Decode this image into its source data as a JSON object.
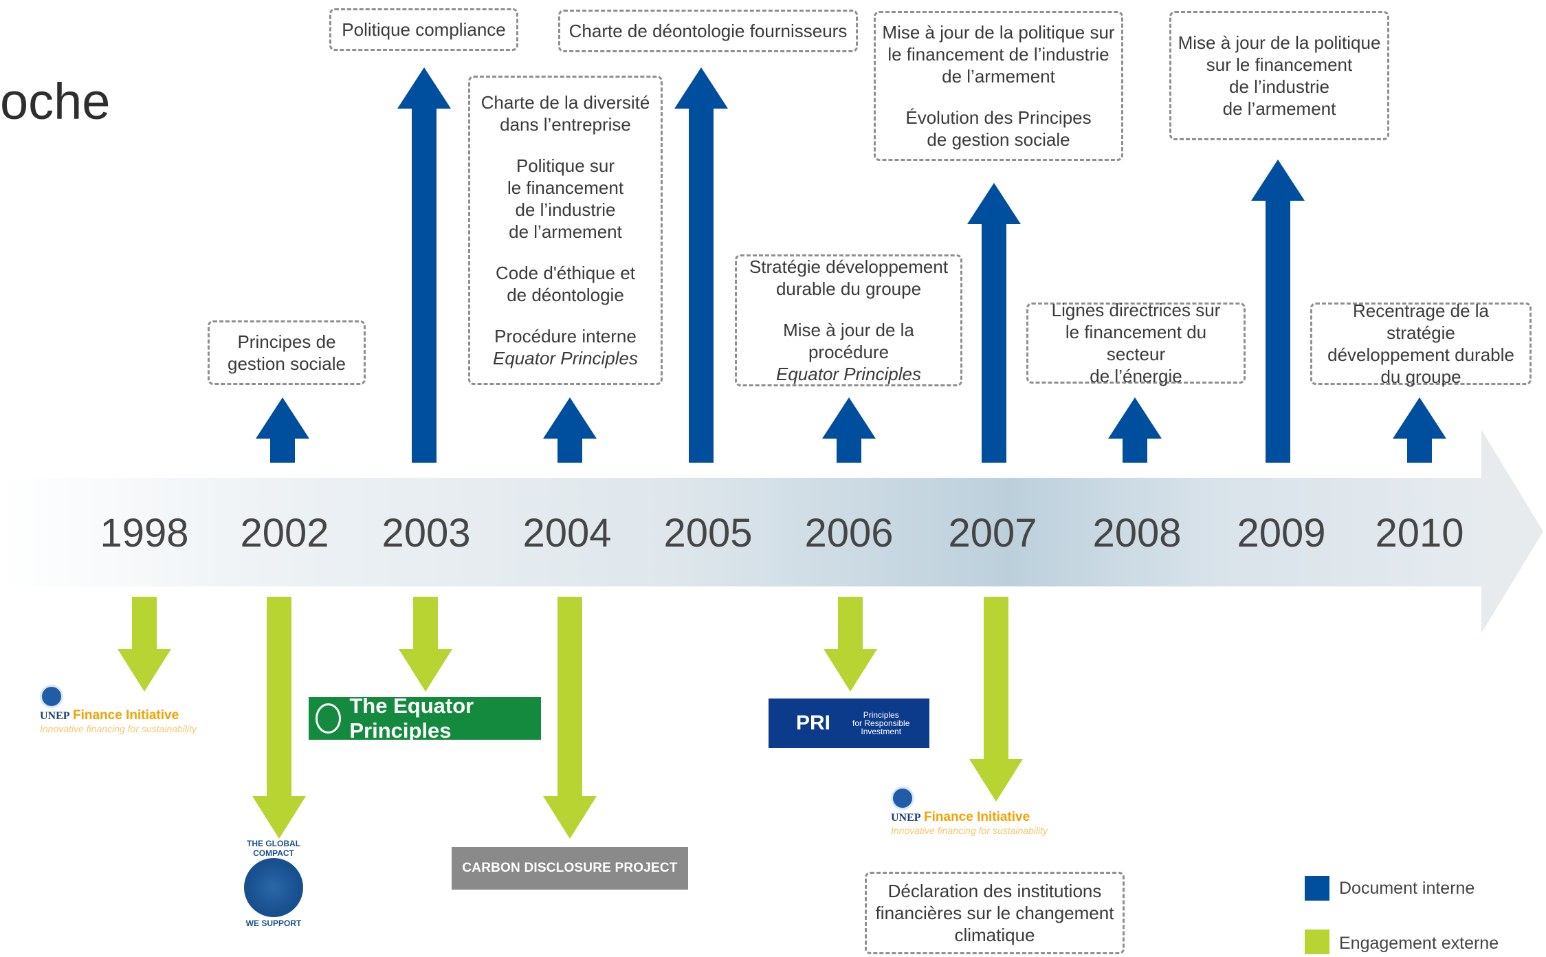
{
  "title": "oche",
  "colors": {
    "internal": "#004e9e",
    "external": "#b7d433"
  },
  "years": [
    "1998",
    "2002",
    "2003",
    "2004",
    "2005",
    "2006",
    "2007",
    "2008",
    "2009",
    "2010"
  ],
  "boxes": {
    "y2002": [
      "Principes de",
      "gestion sociale"
    ],
    "y2003": [
      "Politique compliance"
    ],
    "y2004": {
      "p1": [
        "Charte de la diversité",
        "dans l’entreprise"
      ],
      "p2": [
        "Politique sur",
        "le financement",
        "de l’industrie",
        "de l’armement"
      ],
      "p3": [
        "Code d'éthique et",
        "de déontologie"
      ],
      "p4a": "Procédure interne",
      "p4b": "Equator Principles"
    },
    "y2005": [
      "Charte de déontologie fournisseurs"
    ],
    "y2006": {
      "p1": [
        "Stratégie développement",
        "durable du groupe"
      ],
      "p2a": "Mise à jour de la procédure",
      "p2b": "Equator Principles"
    },
    "y2007": {
      "p1": [
        "Mise à jour de la politique sur",
        "le financement de l’industrie",
        "de l’armement"
      ],
      "p2": [
        "Évolution des Principes",
        "de gestion sociale"
      ]
    },
    "y2008": [
      "Lignes directrices sur",
      "le financement du secteur",
      "de l’énergie"
    ],
    "y2009": [
      "Mise à jour de la politique",
      "sur le financement",
      "de l’industrie",
      "de l’armement"
    ],
    "y2010": [
      "Recentrage de la stratégie",
      "développement durable",
      "du groupe"
    ],
    "y2007_bottom": [
      "Déclaration des institutions",
      "financières sur le changement",
      "climatique"
    ]
  },
  "logos": {
    "unep_u": "UNEP",
    "unep_fi": "Finance Initiative",
    "unep_tag": "Innovative financing for sustainability",
    "equator": "The Equator Principles",
    "cdp": "CARBON DISCLOSURE PROJECT",
    "pri": "PRI",
    "pri_sub": [
      "Principles",
      "for Responsible",
      "Investment"
    ],
    "gc_ring": "THE GLOBAL COMPACT",
    "gc_sup": "WE SUPPORT"
  },
  "legend": {
    "internal": "Document interne",
    "external": "Engagement externe"
  }
}
